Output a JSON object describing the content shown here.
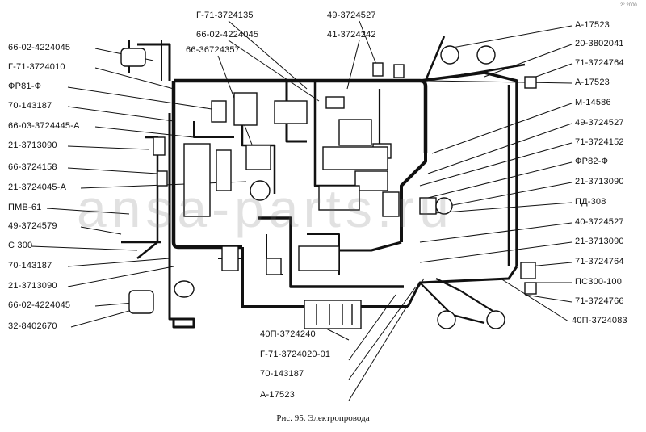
{
  "caption": "Рис. 95. Электропровода",
  "watermark": "ansa-parts.ru",
  "corner_mark": "2° 2000",
  "labels_left": [
    "66-02-4224045",
    "Г-71-3724010",
    "ФР81-Ф",
    "70-143187",
    "66-03-3724445-А",
    "21-3713090",
    "66-3724158",
    "21-3724045-А",
    "ПМВ-61",
    "49-3724579",
    "С 300",
    "70-143187",
    "21-3713090",
    "66-02-4224045",
    "32-8402670"
  ],
  "labels_top": [
    "Г-71-3724135",
    "66-02-4224045",
    "66-36724357",
    "49-3724527",
    "41-3724242"
  ],
  "labels_right": [
    "А-17523",
    "20-3802041",
    "71-3724764",
    "А-17523",
    "М-14586",
    "49-3724527",
    "71-3724152",
    "ФР82-Ф",
    "21-3713090",
    "ПД-308",
    "40-3724527",
    "21-3713090",
    "71-3724764",
    "ПС300-100",
    "71-3724766",
    "40П-3724083"
  ],
  "labels_bottom": [
    "40П-3724240",
    "Г-71-3724020-01",
    "70-143187",
    "А-17523"
  ],
  "colors": {
    "ink": "#111111",
    "paper": "#ffffff",
    "watermark": "#9a9a9a"
  }
}
